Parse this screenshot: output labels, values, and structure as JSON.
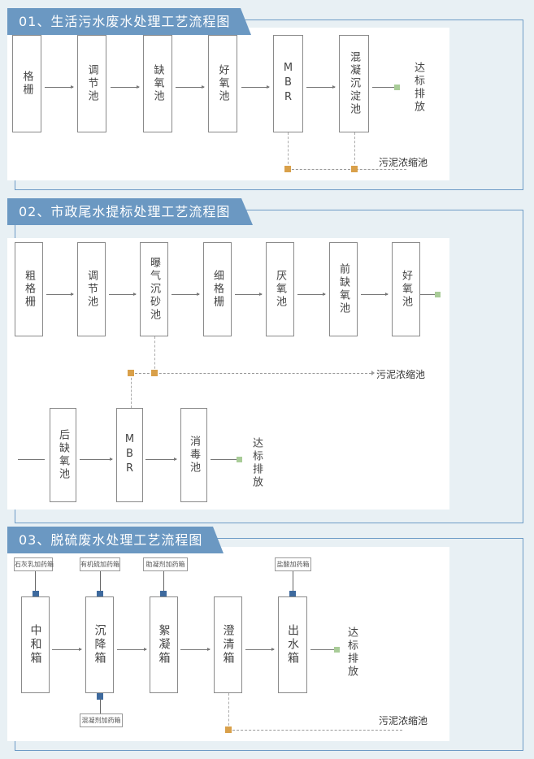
{
  "sections": [
    {
      "title": "01、生活污水废水处理工艺流程图",
      "steps": [
        "格栅",
        "调节池",
        "缺氧池",
        "好氧池",
        "MBR",
        "混凝沉淀池"
      ],
      "output": "达标排放",
      "sludge": "污泥浓缩池"
    },
    {
      "title": "02、市政尾水提标处理工艺流程图",
      "steps_row1": [
        "粗格栅",
        "调节池",
        "曝气沉砂池",
        "细格栅",
        "厌氧池",
        "前缺氧池",
        "好氧池"
      ],
      "steps_row2": [
        "后缺氧池",
        "MBR",
        "消毒池"
      ],
      "output": "达标排放",
      "sludge": "污泥浓缩池"
    },
    {
      "title": "03、脱硫废水处理工艺流程图",
      "steps": [
        "中和箱",
        "沉降箱",
        "絮凝箱",
        "澄清箱",
        "出水箱"
      ],
      "reagents_top": [
        "石灰乳加药箱",
        "有机硫加药箱",
        "助凝剂加药箱",
        "盐酸加药箱"
      ],
      "reagent_bottom": "混凝剂加药箱",
      "output": "达标排放",
      "sludge": "污泥浓缩池"
    }
  ],
  "colors": {
    "background": "#e8f0f4",
    "banner": "#6b98c2",
    "frame": "#6d9bc6",
    "sludge_node": "#d9a04a",
    "output_node": "#a9cc98",
    "dosing_node": "#3e6a9e"
  }
}
